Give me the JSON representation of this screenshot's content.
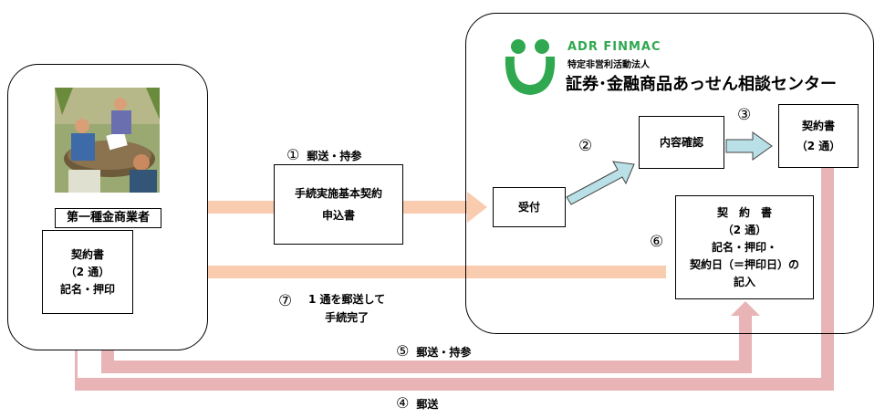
{
  "org": {
    "brand": "ADR FINMAC",
    "subtitle": "特定非営利活動法人",
    "name": "証券･金融商品あっせん相談センター"
  },
  "dealer": {
    "label": "第一種金商業者",
    "contract_line1": "契約書",
    "contract_line2": "（2 通）",
    "contract_line3": "記名・押印"
  },
  "application": {
    "line1": "手続実施基本契約",
    "line2": "申込書"
  },
  "center": {
    "reception": "受付",
    "content_check": "内容確認",
    "contract_line1": "契約書",
    "contract_line2": "（2 通）",
    "sign_line1": "契　約　書",
    "sign_line2": "（2 通）",
    "sign_line3": "記名・押印・",
    "sign_line4": "契約日（＝押印日）の",
    "sign_line5": "記入"
  },
  "steps": {
    "s1_num": "①",
    "s1_text": "郵送・持参",
    "s2_num": "②",
    "s3_num": "③",
    "s4_num": "④",
    "s4_text": "郵送",
    "s5_num": "⑤",
    "s5_text": "郵送・持参",
    "s6_num": "⑥",
    "s7_num": "⑦",
    "s7_line1": "1 通を郵送して",
    "s7_line2": "手続完了"
  },
  "colors": {
    "peach_arrow": "#f9ccb0",
    "pink_arrow": "#e8b4b6",
    "blue_arrow": "#b8e0e6",
    "logo_green": "#2fa84f"
  }
}
